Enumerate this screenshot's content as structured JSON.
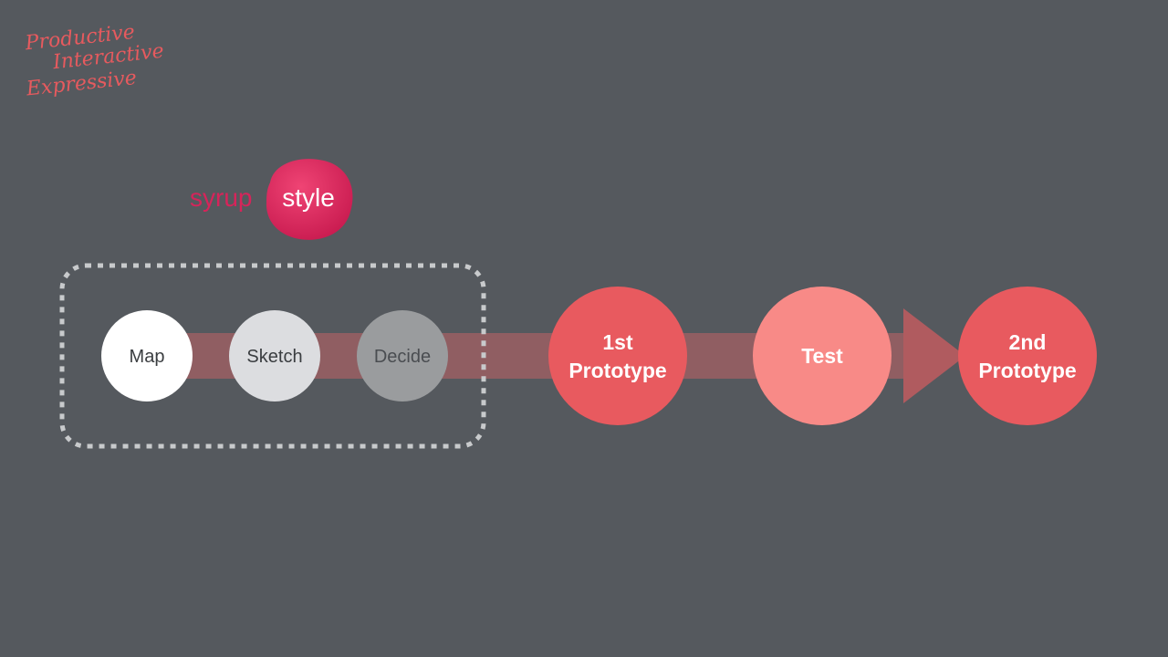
{
  "tagline": {
    "line1": "Productive",
    "line2": "Interactive",
    "line3": "Expressive"
  },
  "logo": {
    "left_text": "syrup",
    "right_text": "style"
  },
  "steps": {
    "map": "Map",
    "sketch": "Sketch",
    "decide": "Decide",
    "first_prototype_line1": "1st",
    "first_prototype_line2": "Prototype",
    "test": "Test",
    "second_prototype_line1": "2nd",
    "second_prototype_line2": "Prototype"
  },
  "colors": {
    "background": "#55595e",
    "accent": "#e85a5f",
    "test": "#f88a87",
    "logo_blob": "#d6245a"
  }
}
